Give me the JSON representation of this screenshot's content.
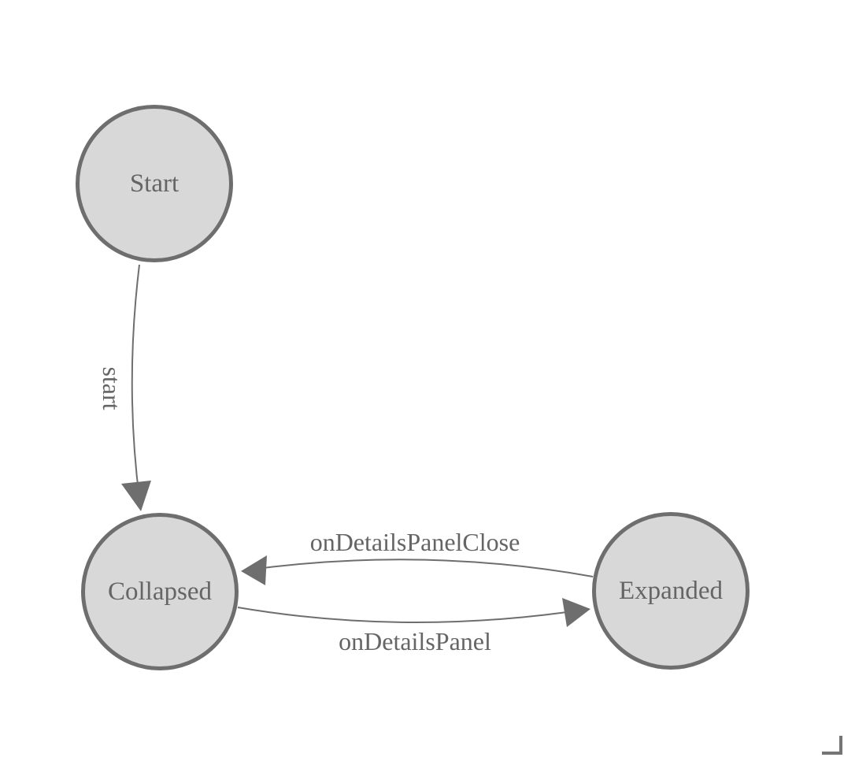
{
  "diagram": {
    "type": "state-machine",
    "nodes": [
      {
        "id": "start",
        "label": "Start"
      },
      {
        "id": "collapsed",
        "label": "Collapsed"
      },
      {
        "id": "expanded",
        "label": "Expanded"
      }
    ],
    "transitions": [
      {
        "from": "Start",
        "to": "Collapsed",
        "label": "start"
      },
      {
        "from": "Expanded",
        "to": "Collapsed",
        "label": "onDetailsPanelClose"
      },
      {
        "from": "Collapsed",
        "to": "Expanded",
        "label": "onDetailsPanel"
      }
    ],
    "colors": {
      "background": "#ffffff",
      "node_fill": "#d8d8d8",
      "node_border": "#6e6e6e",
      "edge": "#6e6e6e",
      "label_text": "#656565",
      "resize_handle": "#757575"
    }
  }
}
